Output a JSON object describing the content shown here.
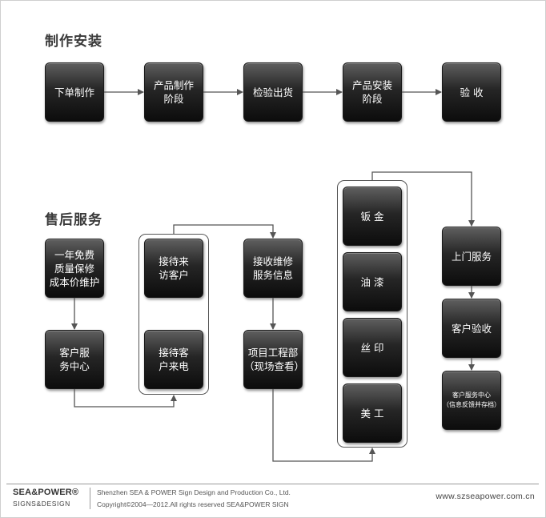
{
  "sections": {
    "install": "制作安装",
    "service": "售后服务"
  },
  "install_steps": {
    "order": "下单制作",
    "production": "产品制作\n阶段",
    "inspection": "检验出货",
    "installation": "产品安装\n阶段",
    "acceptance": "验 收"
  },
  "service_steps": {
    "warranty": "一年免费\n质量保修\n成本价维护",
    "service_center": "客户服\n务中心",
    "receive_visit": "接待来\n访客户",
    "receive_call": "接待客\n户来电",
    "repair_info": "接收维修\n服务信息",
    "project_dept": "项目工程部\n（现场查看）",
    "sheet_metal": "钣 金",
    "painting": "油 漆",
    "silkscreen": "丝 印",
    "art": "美 工",
    "onsite_service": "上门服务",
    "customer_acceptance": "客户验收",
    "customer_center_archive": "客户服务中心\n（信息反馈并存档）"
  },
  "footer": {
    "logo_main": "SEA&POWER®",
    "logo_sub": "SIGNS&DESIGN",
    "company": "Shenzhen SEA & POWER Sign Design and Production Co., Ltd.",
    "copyright": "Copyright©2004—2012.All rights reserved SEA&POWER SIGN",
    "website": "www.szseapower.com.cn"
  }
}
